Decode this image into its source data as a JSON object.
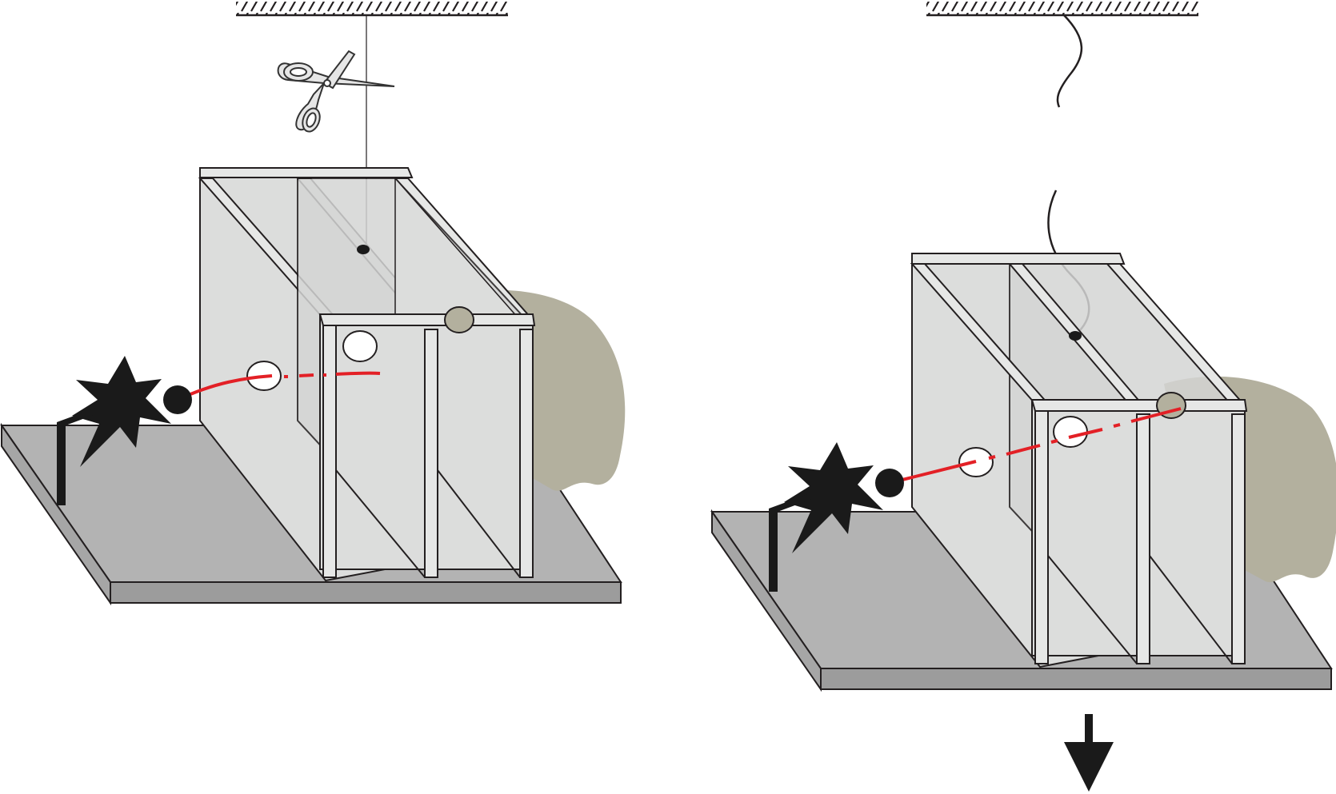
{
  "figure": {
    "panels": [
      {
        "id": "left",
        "state": "before-cut",
        "has_scissors": true,
        "trajectory": "curved",
        "string": "taut"
      },
      {
        "id": "right",
        "state": "falling",
        "has_scissors": false,
        "trajectory": "straight",
        "string": "cut-slack",
        "motion_arrow": "down"
      }
    ]
  },
  "colors": {
    "ceiling": "#231f20",
    "base_top": "#b3b3b3",
    "base_side": "#999999",
    "panel": "#dcdddc",
    "panel_edge": "#231f20",
    "frame_bar": "#e6e7e6",
    "backstop": "#b3b09e",
    "trajectory": "#e32026",
    "ball": "#1a1a1a",
    "explosion": "#1a1a1a",
    "scissors": "#e6e6e6"
  },
  "icons": [
    "scissors-icon",
    "explosion-icon",
    "down-arrow-icon"
  ]
}
